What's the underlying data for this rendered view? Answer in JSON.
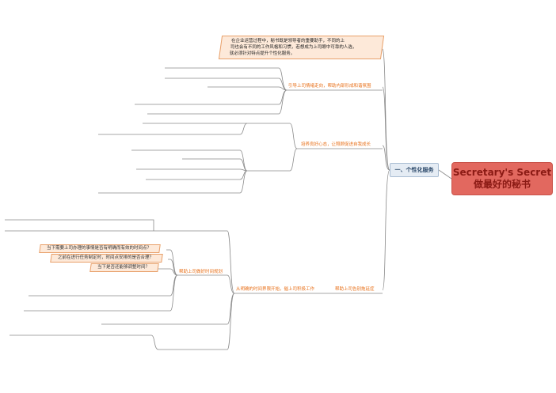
{
  "root": {
    "line1": "Secretary's Secret",
    "line2": "做最好的秘书"
  },
  "branch": {
    "label": "一、个性化服务"
  },
  "intro_box": {
    "lines": [
      "在企业运营过程中，秘书既是领导者的重要助手，不同的上",
      "司也会有不同的工作风格和习惯，若想成为上司眼中可靠的人选，",
      "就必须针对特点提升个性化服务。"
    ]
  },
  "sub1": {
    "label": "引导上司情绪走向，帮助内部形成和谐氛围",
    "items": [
      "",
      "",
      "",
      "",
      ""
    ]
  },
  "sub2": {
    "label": "培养良好心态，让照顾促进自我成长",
    "c1": {
      "label": "",
      "items": [
        "",
        ""
      ]
    },
    "c2": {
      "label": "",
      "items": [
        "",
        "",
        "",
        "",
        ""
      ]
    }
  },
  "sub3": {
    "label": "帮助上司告别拖延症",
    "a": {
      "label": "从明确的时间界限开始，催上司积极工作"
    },
    "top_note": "",
    "c1": {
      "label": "",
      "note": ""
    },
    "c2": {
      "label": "帮助上司做好时间规划",
      "boxes": [
        "当下需要上司办理的事情是否有明确而有效的时间点？",
        "之前在进行任务制定时，时间点安排的是否合理？",
        "当下是否还能够调整时间？"
      ],
      "note": ""
    },
    "c3": {
      "label": "",
      "note": ""
    },
    "c4": {
      "label": "",
      "item": ""
    },
    "c5": {
      "label": "",
      "note": ""
    }
  },
  "colors": {
    "orange": "#e8711b",
    "root": "#e2685f",
    "line": "#8a8a8a"
  }
}
